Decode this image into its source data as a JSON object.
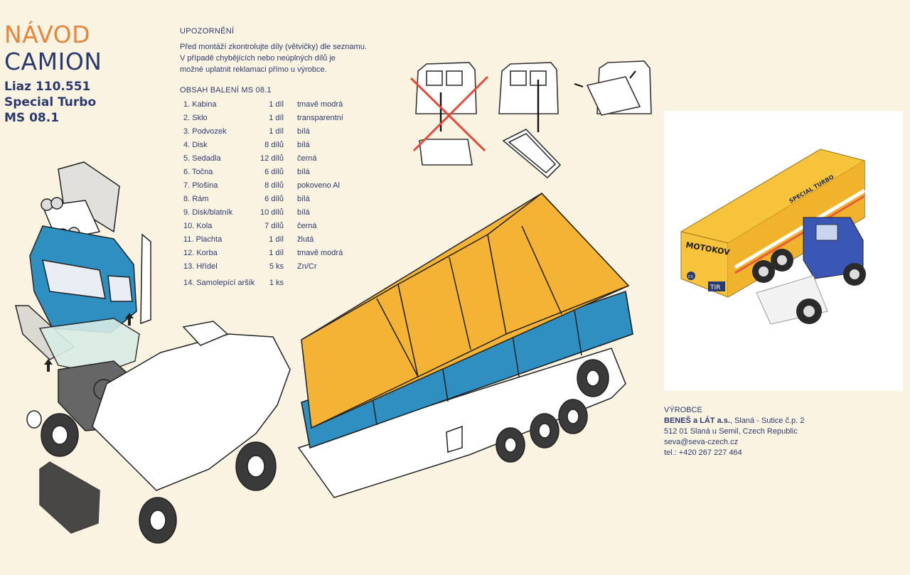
{
  "header": {
    "title_line1": "NÁVOD",
    "title_line2": "CAMION",
    "model_line1": "Liaz 110.551",
    "model_line2": "Special Turbo",
    "model_line3": "MS 08.1"
  },
  "notice": {
    "heading": "UPOZORNĚNÍ",
    "line1": "Před montáží zkontrolujte díly (větvičky) dle seznamu.",
    "line2": "V případě chybějících nebo neúplných dílů je",
    "line3": "možné uplatnit reklamaci přímo u výrobce."
  },
  "contents": {
    "heading": "OBSAH BALENÍ MS 08.1",
    "items": [
      {
        "name": "1. Kabina",
        "qty": "1 díl",
        "color": "tmavě modrá"
      },
      {
        "name": "2. Sklo",
        "qty": "1 díl",
        "color": "transparentní"
      },
      {
        "name": "3. Podvozek",
        "qty": "1 díl",
        "color": "bílá"
      },
      {
        "name": "4. Disk",
        "qty": "8 dílů",
        "color": "bílá"
      },
      {
        "name": "5. Sedadla",
        "qty": "12 dílů",
        "color": "černá"
      },
      {
        "name": "6. Točna",
        "qty": "6 dílů",
        "color": "bílá"
      },
      {
        "name": "7. Plošina",
        "qty": "8 dílů",
        "color": "pokoveno Al"
      },
      {
        "name": "8. Rám",
        "qty": "6 dílů",
        "color": "bílá"
      },
      {
        "name": "9. Disk/blatník",
        "qty": "10 dílů",
        "color": "bílá"
      },
      {
        "name": "10. Kola",
        "qty": "7 dílů",
        "color": "černá"
      },
      {
        "name": "11. Plachta",
        "qty": "1 díl",
        "color": "žlutá"
      },
      {
        "name": "12. Korba",
        "qty": "1 díl",
        "color": "tmavě modrá"
      },
      {
        "name": "13. Hřídel",
        "qty": "5 ks",
        "color": "Zn/Cr"
      },
      {
        "name": "14. Samolepící aršík",
        "qty": "1 ks",
        "color": ""
      }
    ]
  },
  "photo": {
    "brand_label": "MOTOKOV",
    "side_label": "SPECIAL TURBO",
    "plate": "TIR",
    "plate2": "CS"
  },
  "manufacturer": {
    "heading": "VÝROBCE",
    "company": "BENEŠ a LÁT a.s.",
    "address1": ", Slaná - Sutice č.p. 2",
    "address2": "512 01 Slaná u Semil, Czech Republic",
    "email": "seva@seva-czech.cz",
    "phone": "tel.: +420 267 227 464"
  },
  "colors": {
    "accent_orange": "#e8843b",
    "navy": "#2a3a6e",
    "cab_blue": "#2e8fc0",
    "tarp_yellow": "#f4b335",
    "cross_red": "#e34b3a",
    "background": "#fbf3e2"
  }
}
